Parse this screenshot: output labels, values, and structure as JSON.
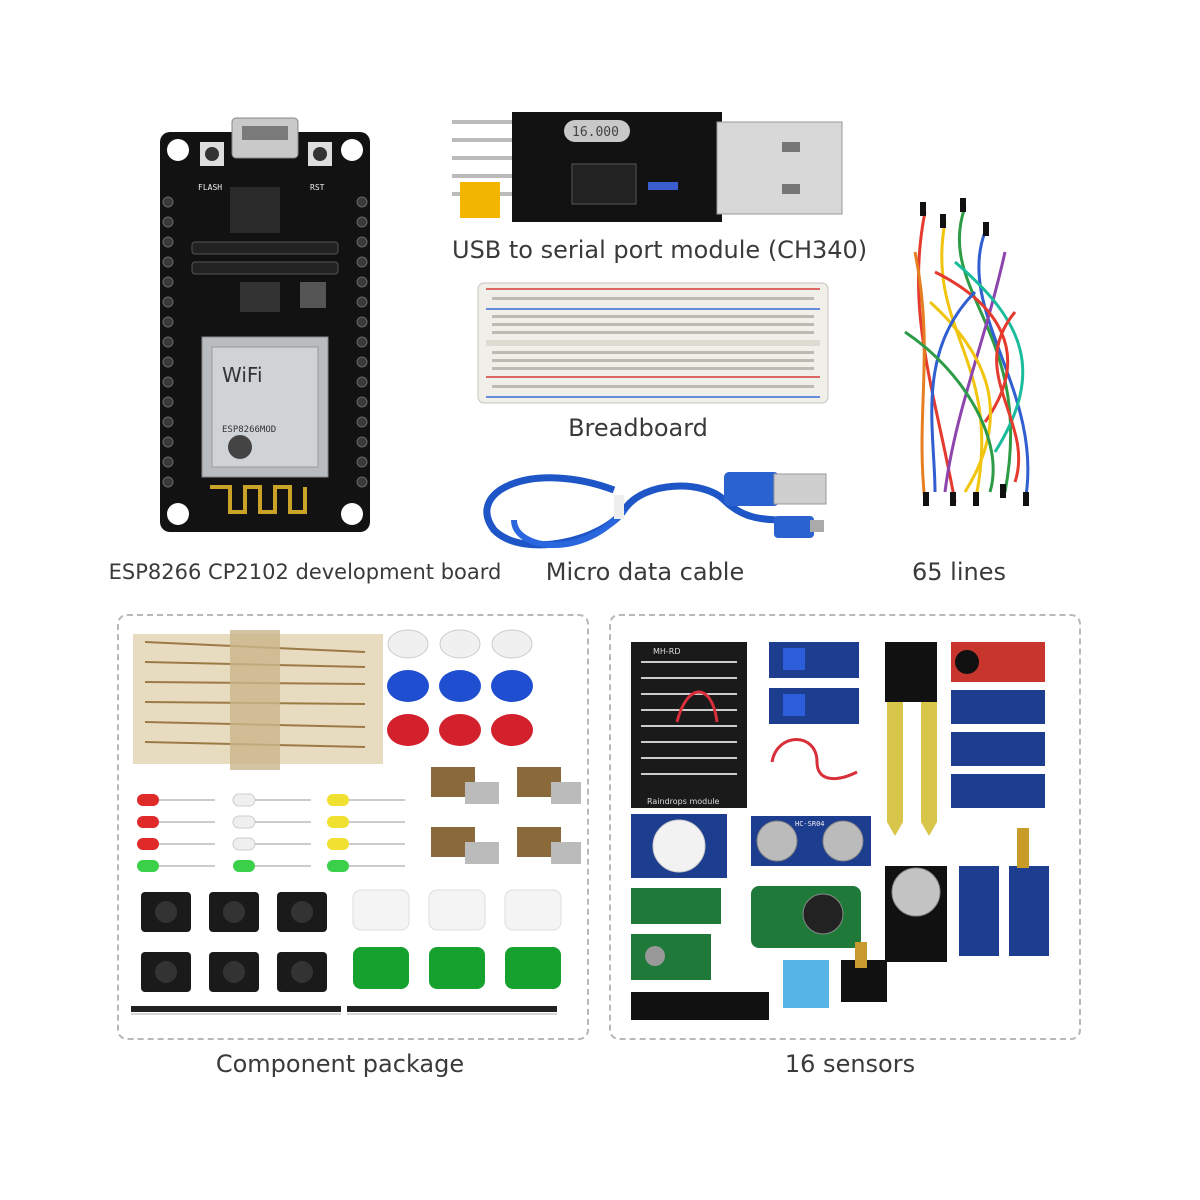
{
  "captions": {
    "esp_board": "ESP8266 CP2102 development board",
    "usb_serial": "USB to serial port module (CH340)",
    "breadboard": "Breadboard",
    "micro_cable": "Micro data cable",
    "jumper_lines": "65 lines",
    "component_package": "Component package",
    "sensors": "16 sensors"
  },
  "board_markings": {
    "flash": "FLASH",
    "rst": "RST",
    "wifi": "WiFi",
    "module_text": "ESP8266MOD",
    "crystal": "16.000",
    "raindrop": "Raindrops module",
    "mh_rd": "MH-RD",
    "ultrasonic": "HC-SR04"
  },
  "colors": {
    "board_black": "#111111",
    "module_silver": "#b9bcbf",
    "sensor_blue": "#1d3d8f",
    "sensor_green": "#1f7a3a",
    "cable_blue": "#1e56c8",
    "button_red": "#d2202c",
    "button_blue": "#1f4fd0",
    "button_green": "#16a02e"
  }
}
